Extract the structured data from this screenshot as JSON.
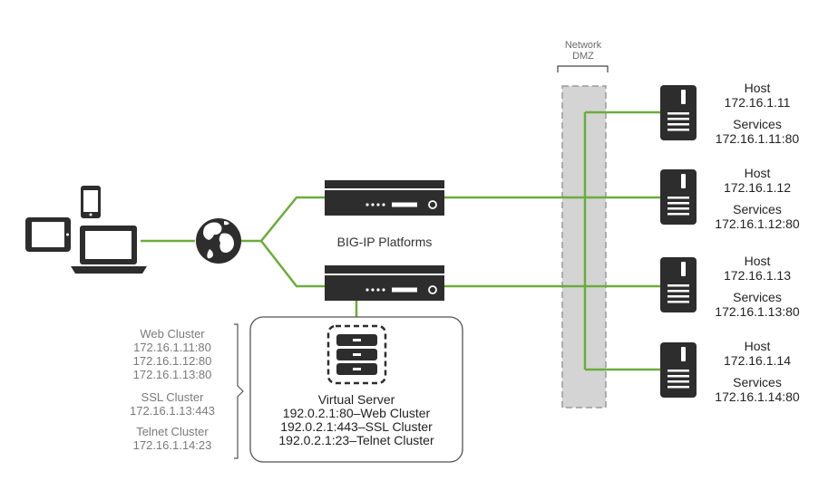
{
  "network_dmz": {
    "line1": "Network",
    "line2": "DMZ"
  },
  "bigip_label": "BIG-IP Platforms",
  "hosts": [
    {
      "title": "Host",
      "ip": "172.16.1.11",
      "services_label": "Services",
      "service": "172.16.1.11:80"
    },
    {
      "title": "Host",
      "ip": "172.16.1.12",
      "services_label": "Services",
      "service": "172.16.1.12:80"
    },
    {
      "title": "Host",
      "ip": "172.16.1.13",
      "services_label": "Services",
      "service": "172.16.1.13:80"
    },
    {
      "title": "Host",
      "ip": "172.16.1.14",
      "services_label": "Services",
      "service": "172.16.1.14:80"
    }
  ],
  "clusters": {
    "web": {
      "title": "Web Cluster",
      "members": [
        "172.16.1.11:80",
        "172.16.1.12:80",
        "172.16.1.13:80"
      ]
    },
    "ssl": {
      "title": "SSL Cluster",
      "members": [
        "172.16.1.13:443"
      ]
    },
    "telnet": {
      "title": "Telnet Cluster",
      "members": [
        "172.16.1.14:23"
      ]
    }
  },
  "virtual_server": {
    "title": "Virtual Server",
    "entries": [
      "192.0.2.1:80–Web Cluster",
      "192.0.2.1:443–SSL Cluster",
      "192.0.2.1:23–Telnet Cluster"
    ]
  },
  "colors": {
    "link": "#6bac3c",
    "device": "#2d2d2d",
    "dmz_fill": "#d4d4d4",
    "dmz_border": "#9a9a9a",
    "cluster_text": "#7a7a7a"
  }
}
